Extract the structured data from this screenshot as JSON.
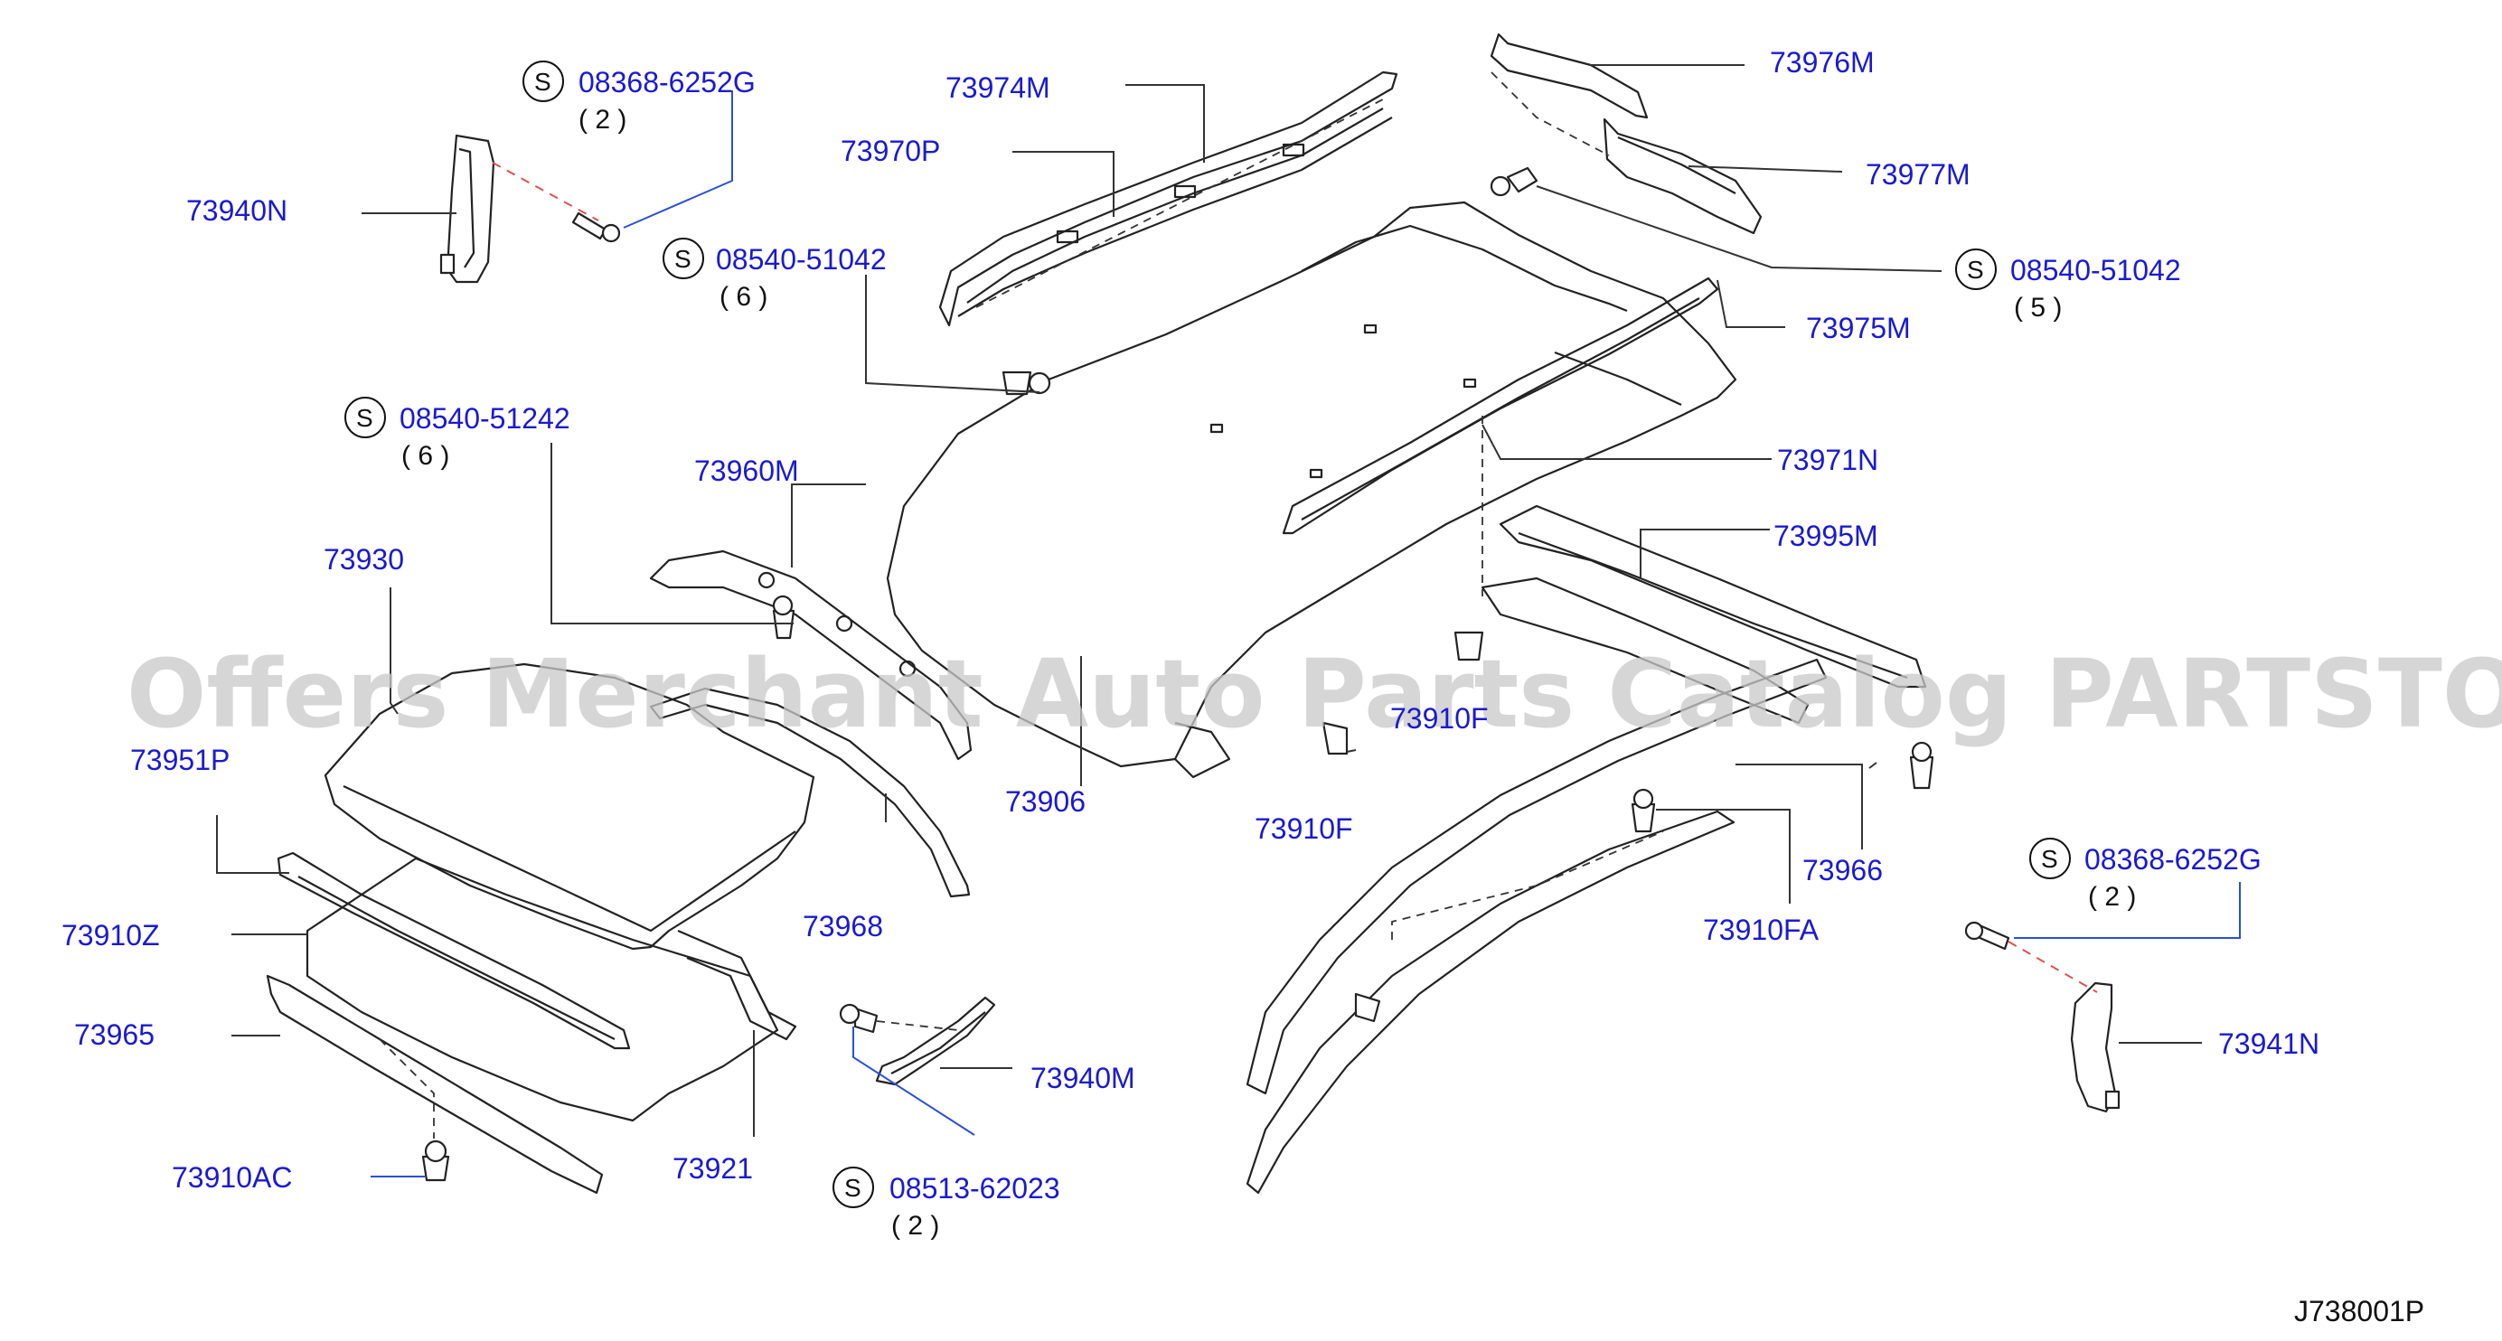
{
  "watermark": "Offers Merchant Auto Parts Catalog PARTSTORE.SA",
  "diagram_code": "J738001P",
  "screw_symbol": "S",
  "parts": [
    {
      "id": "p73940N",
      "label": "73940N"
    },
    {
      "id": "p73974M",
      "label": "73974M"
    },
    {
      "id": "p73970P",
      "label": "73970P"
    },
    {
      "id": "p73976M",
      "label": "73976M"
    },
    {
      "id": "p73977M",
      "label": "73977M"
    },
    {
      "id": "p73975M",
      "label": "73975M"
    },
    {
      "id": "p73971N",
      "label": "73971N"
    },
    {
      "id": "p73995M",
      "label": "73995M"
    },
    {
      "id": "p73960M",
      "label": "73960M"
    },
    {
      "id": "p73930",
      "label": "73930"
    },
    {
      "id": "p73951P",
      "label": "73951P"
    },
    {
      "id": "p73906",
      "label": "73906"
    },
    {
      "id": "p73910F_a",
      "label": "73910F"
    },
    {
      "id": "p73910F_b",
      "label": "73910F"
    },
    {
      "id": "p73968",
      "label": "73968"
    },
    {
      "id": "p73966",
      "label": "73966"
    },
    {
      "id": "p73910Z",
      "label": "73910Z"
    },
    {
      "id": "p73910FA",
      "label": "73910FA"
    },
    {
      "id": "p73965",
      "label": "73965"
    },
    {
      "id": "p73940M",
      "label": "73940M"
    },
    {
      "id": "p73941N",
      "label": "73941N"
    },
    {
      "id": "p73921",
      "label": "73921"
    },
    {
      "id": "p73910AC",
      "label": "73910AC"
    }
  ],
  "screws": [
    {
      "id": "s1",
      "part_no": "08368-6252G",
      "qty": "( 2 )"
    },
    {
      "id": "s2",
      "part_no": "08540-51042",
      "qty": "( 6 )"
    },
    {
      "id": "s3",
      "part_no": "08540-51042",
      "qty": "( 5 )"
    },
    {
      "id": "s4",
      "part_no": "08540-51242",
      "qty": "( 6 )"
    },
    {
      "id": "s5",
      "part_no": "08368-6252G",
      "qty": "( 2 )"
    },
    {
      "id": "s6",
      "part_no": "08513-62023",
      "qty": "( 2 )"
    }
  ]
}
